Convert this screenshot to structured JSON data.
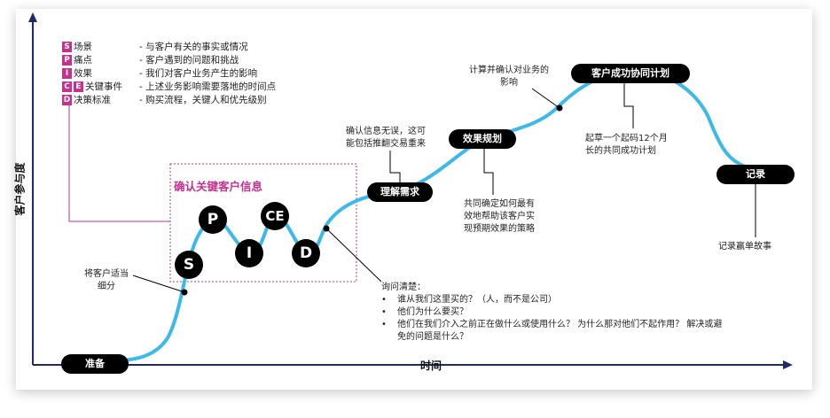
{
  "axes": {
    "y_label": "客户参与度",
    "x_label": "时间"
  },
  "legend": [
    {
      "letters": [
        "S"
      ],
      "name": "场景",
      "desc": "- 与客户有关的事实或情况"
    },
    {
      "letters": [
        "P"
      ],
      "name": "痛点",
      "desc": "- 客户遇到的问题和挑战"
    },
    {
      "letters": [
        "I"
      ],
      "name": "效果",
      "desc": "- 我们对客户业务产生的影响"
    },
    {
      "letters": [
        "C",
        "E"
      ],
      "name": "关键事件",
      "desc": "- 上述业务影响需要落地的时间点"
    },
    {
      "letters": [
        "D"
      ],
      "name": "决策标准",
      "desc": "- 购买流程，关键人和优先级别"
    }
  ],
  "focus_box_title": "确认关键客户信息",
  "circles": [
    "S",
    "P",
    "I",
    "CE",
    "D"
  ],
  "stages": {
    "prepare": "准备",
    "understand": "理解需求",
    "plan": "效果规划",
    "success_plan": "客户成功协同计划",
    "record": "记录"
  },
  "notes": {
    "segment": [
      "将客户适当",
      "细分"
    ],
    "confirm_info": [
      "确认信息无误，这可",
      "能包括推翻交易重来"
    ],
    "calc_impact": [
      "计算并确认对业务的",
      "影响"
    ],
    "joint_define": [
      "共同确定如何最有",
      "效地帮助该客户实",
      "现预期效果的策略"
    ],
    "draft_plan": [
      "起草一个起码12个月",
      "长的共同成功计划"
    ],
    "record_story": "记录赢单故事",
    "ask_title": "询问清楚：",
    "ask_items": [
      "谁从我们这里买的？（人，而不是公司）",
      "他们为什么要买？",
      "他们在我们介入之前正在做什么或使用什么？ 为什么那对他们不起作用？ 解决或避免的问题是什么？"
    ]
  },
  "colors": {
    "curve": "#3bb9ea",
    "accent": "#c6308f",
    "pill": "#000000"
  }
}
